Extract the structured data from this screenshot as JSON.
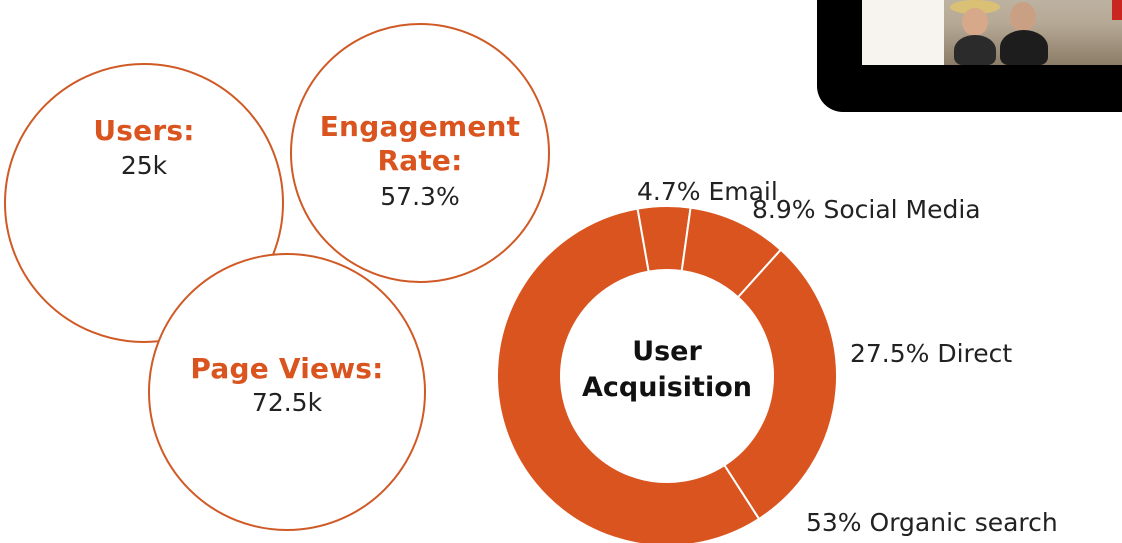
{
  "stats": {
    "users": {
      "label": "Users:",
      "value": "25k"
    },
    "engagement": {
      "label_line1": "Engagement",
      "label_line2": "Rate:",
      "value": "57.3%"
    },
    "page_views": {
      "label": "Page Views:",
      "value": "72.5k"
    }
  },
  "colors": {
    "accent": "#d9541e",
    "circle_border": "#cf5a25",
    "text": "#222222"
  },
  "chart_data": {
    "type": "pie",
    "title_line1": "User",
    "title_line2": "Acquisition",
    "donut": true,
    "slices": [
      {
        "label": "Email",
        "value": 4.7,
        "display": "4.7% Email"
      },
      {
        "label": "Social Media",
        "value": 8.9,
        "display": "8.9% Social Media"
      },
      {
        "label": "Direct",
        "value": 27.5,
        "display": "27.5% Direct"
      },
      {
        "label": "Organic search",
        "value": 53,
        "display": "53% Organic search"
      }
    ]
  }
}
